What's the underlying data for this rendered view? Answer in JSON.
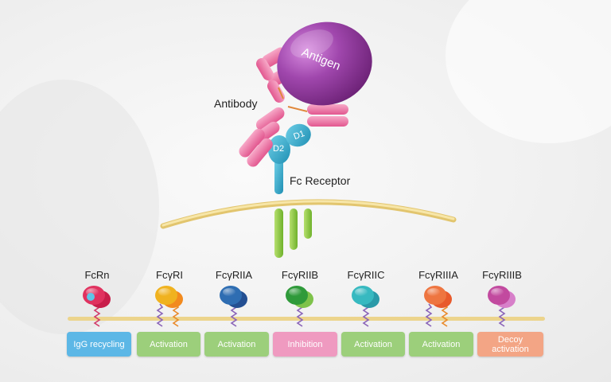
{
  "labels": {
    "antigen": "Antigen",
    "antibody": "Antibody",
    "fc_receptor": "Fc Receptor",
    "d1": "D1",
    "d2": "D2"
  },
  "receptors": [
    {
      "name": "FcRn",
      "function": "IgG recycling",
      "color": "#5cb7e6"
    },
    {
      "name": "FcγRI",
      "function": "Activation",
      "color": "#9ccf7b"
    },
    {
      "name": "FcγRIIA",
      "function": "Activation",
      "color": "#9ccf7b"
    },
    {
      "name": "FcγRIIB",
      "function": "Inhibition",
      "color": "#ef9ac0"
    },
    {
      "name": "FcγRIIC",
      "function": "Activation",
      "color": "#9ccf7b"
    },
    {
      "name": "FcγRIIIA",
      "function": "Activation",
      "color": "#9ccf7b"
    },
    {
      "name": "FcγRIIIB",
      "function": "Decoy activation",
      "color": "#f3a585"
    }
  ],
  "colors": {
    "antigen": "#9b3fa6",
    "antibody": "#ec6aa0",
    "receptor_domain": "#34a9c9",
    "transmembrane": "#8cc63f",
    "membrane": "#f1d890"
  }
}
